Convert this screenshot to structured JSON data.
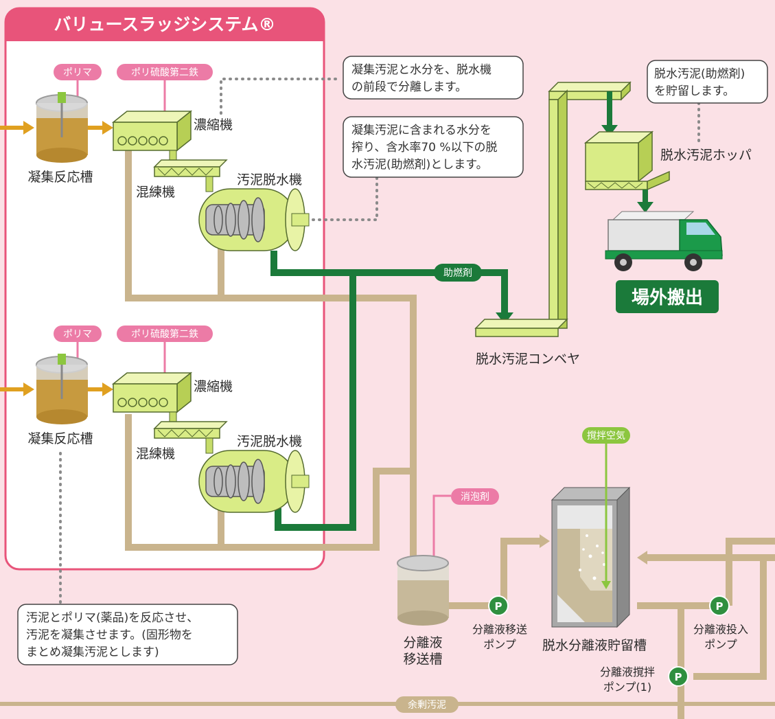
{
  "system_title": "バリュースラッジシステム®",
  "chem": {
    "polymer": "ポリマ",
    "ferric": "ポリ硫酸第二鉄",
    "defoamer": "消泡剤",
    "stir_air": "撹拌空気",
    "fuel_aid": "助燃剤"
  },
  "equip": {
    "reactor": "凝集反応槽",
    "thickener": "濃縮機",
    "kneader": "混練機",
    "dewaterer": "汚泥脱水機",
    "conveyor": "脱水汚泥コンベヤ",
    "hopper": "脱水汚泥ホッパ",
    "haul_out": "場外搬出",
    "sep_tank_l1": "分離液",
    "sep_tank_l2": "移送槽",
    "transfer_pump_l1": "分離液移送",
    "transfer_pump_l2": "ポンプ",
    "storage_tank": "脱水分離液貯留槽",
    "input_pump_l1": "分離液投入",
    "input_pump_l2": "ポンプ",
    "stir_pump_l1": "分離液撹拌",
    "stir_pump_l2": "ポンプ(1)",
    "excess_sludge": "余剰汚泥",
    "pump_symbol": "P"
  },
  "notes": {
    "n1_l1": "凝集汚泥と水分を、脱水機",
    "n1_l2": "の前段で分離します。",
    "n2_l1": "凝集汚泥に含まれる水分を",
    "n2_l2": "搾り、含水率70 %以下の脱",
    "n2_l3": "水汚泥(助燃剤)とします。",
    "n3_l1": "脱水汚泥(助燃剤)",
    "n3_l2": "を貯留します。",
    "n4_l1": "汚泥とポリマ(薬品)を反応させ、",
    "n4_l2": "汚泥を凝集させます。(固形物を",
    "n4_l3": "まとめ凝集汚泥とします)"
  },
  "colors": {
    "background": "#fbe1e6",
    "system_pink": "#e8547a",
    "pill_pink": "#ec7ba6",
    "pipe_tan": "#c9b48d",
    "sludge_green": "#1b7a3a",
    "equip_lime": "#d9ec86",
    "air_green": "#8cc63f"
  }
}
